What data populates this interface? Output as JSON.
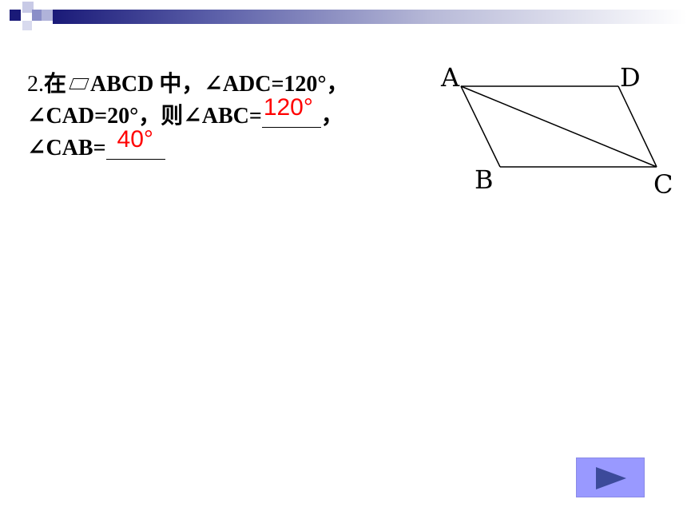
{
  "problem": {
    "number": "2.",
    "line1_a": "在",
    "line1_b": "ABCD 中，∠ADC=120°，",
    "line2_a": "∠CAD=20°，则∠ABC=",
    "line2_b": "，",
    "line3_a": "∠CAB="
  },
  "answers": {
    "abc": "120°",
    "cab": "40°"
  },
  "figure": {
    "vertex_a": "A",
    "vertex_b": "B",
    "vertex_c": "C",
    "vertex_d": "D"
  },
  "colors": {
    "answer": "#ff0000",
    "nav_button": "#9999ff",
    "header_dark": "#1a1a78"
  },
  "icons": {
    "next": "play-triangle-icon"
  }
}
